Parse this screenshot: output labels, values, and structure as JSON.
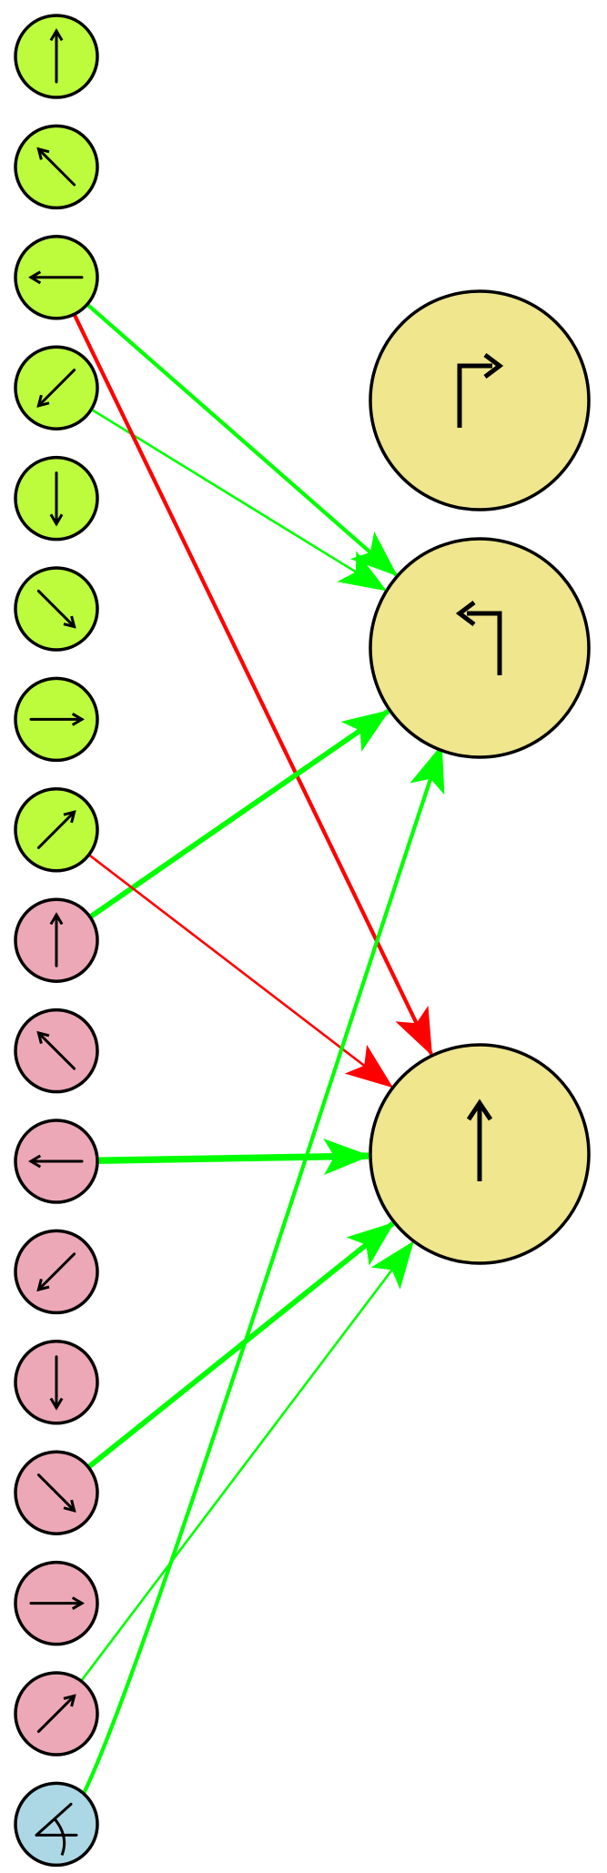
{
  "colors": {
    "background": "#ffffff",
    "input_green": "#bdfc3d",
    "input_pink": "#eda8b7",
    "input_blue": "#acd8e6",
    "output_yellow": "#efe68d",
    "edge_excitatory": "#00ff00",
    "edge_inhibitory": "#ff0000",
    "stroke": "#000000"
  },
  "input_nodes": [
    {
      "id": "g0",
      "group": "green",
      "icon": "arrow-up-icon"
    },
    {
      "id": "g1",
      "group": "green",
      "icon": "arrow-up-left-icon"
    },
    {
      "id": "g2",
      "group": "green",
      "icon": "arrow-left-icon"
    },
    {
      "id": "g3",
      "group": "green",
      "icon": "arrow-down-left-icon"
    },
    {
      "id": "g4",
      "group": "green",
      "icon": "arrow-down-icon"
    },
    {
      "id": "g5",
      "group": "green",
      "icon": "arrow-down-right-icon"
    },
    {
      "id": "g6",
      "group": "green",
      "icon": "arrow-right-icon"
    },
    {
      "id": "g7",
      "group": "green",
      "icon": "arrow-up-right-icon"
    },
    {
      "id": "p0",
      "group": "pink",
      "icon": "arrow-up-icon"
    },
    {
      "id": "p1",
      "group": "pink",
      "icon": "arrow-up-left-icon"
    },
    {
      "id": "p2",
      "group": "pink",
      "icon": "arrow-left-icon"
    },
    {
      "id": "p3",
      "group": "pink",
      "icon": "arrow-down-left-icon"
    },
    {
      "id": "p4",
      "group": "pink",
      "icon": "arrow-down-icon"
    },
    {
      "id": "p5",
      "group": "pink",
      "icon": "arrow-down-right-icon"
    },
    {
      "id": "p6",
      "group": "pink",
      "icon": "arrow-right-icon"
    },
    {
      "id": "p7",
      "group": "pink",
      "icon": "arrow-up-right-icon"
    },
    {
      "id": "b0",
      "group": "blue",
      "icon": "angle-icon"
    }
  ],
  "output_nodes": [
    {
      "id": "o0",
      "icon": "turn-right-icon"
    },
    {
      "id": "o1",
      "icon": "turn-left-icon"
    },
    {
      "id": "o2",
      "icon": "straight-ahead-icon"
    }
  ],
  "edges": [
    {
      "from": "g2",
      "to": "o1",
      "sign": "excitatory",
      "weight": 2
    },
    {
      "from": "g3",
      "to": "o1",
      "sign": "excitatory",
      "weight": 1
    },
    {
      "from": "g2",
      "to": "o2",
      "sign": "inhibitory",
      "weight": 2
    },
    {
      "from": "p0",
      "to": "o1",
      "sign": "excitatory",
      "weight": 3
    },
    {
      "from": "g7",
      "to": "o2",
      "sign": "inhibitory",
      "weight": 1
    },
    {
      "from": "p2",
      "to": "o2",
      "sign": "excitatory",
      "weight": 4
    },
    {
      "from": "p5",
      "to": "o2",
      "sign": "excitatory",
      "weight": 3
    },
    {
      "from": "p7",
      "to": "o2",
      "sign": "excitatory",
      "weight": 1
    },
    {
      "from": "b0",
      "to": "o1",
      "sign": "excitatory",
      "weight": 2
    }
  ]
}
